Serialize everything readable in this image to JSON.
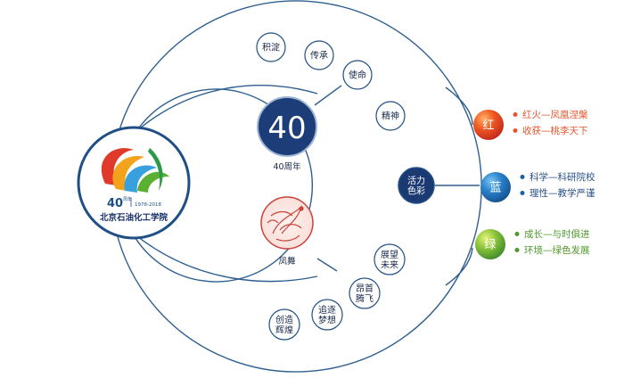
{
  "logo": {
    "text_main": "40",
    "text_sup": "周年",
    "years": "1978-2018",
    "school_name": "北京石油化工学院"
  },
  "hub": {
    "number": "40",
    "number_caption": "40周年",
    "phoenix_caption": "凤舞"
  },
  "ring_nodes": [
    {
      "id": "jidian",
      "lines": [
        "积淀"
      ]
    },
    {
      "id": "chuancheng",
      "lines": [
        "传承"
      ]
    },
    {
      "id": "shiming",
      "lines": [
        "使命"
      ]
    },
    {
      "id": "jingshen",
      "lines": [
        "精神"
      ]
    },
    {
      "id": "huoli",
      "lines": [
        "活力",
        "色彩"
      ]
    },
    {
      "id": "zhanwang",
      "lines": [
        "展望",
        "未来"
      ]
    },
    {
      "id": "angshou",
      "lines": [
        "昂首",
        "腾飞"
      ]
    },
    {
      "id": "zhuizhu",
      "lines": [
        "追逐",
        "梦想"
      ]
    },
    {
      "id": "chuangzao",
      "lines": [
        "创造",
        "辉煌"
      ]
    }
  ],
  "color_groups": [
    {
      "id": "hong",
      "label": "红",
      "color": "#e24a1d",
      "items": [
        "红火—凤凰涅槃",
        "收获—桃李天下"
      ],
      "text_color": "#e4572e",
      "bullet_color": "#e4572e"
    },
    {
      "id": "lan",
      "label": "蓝",
      "color": "#1b6fb8",
      "items": [
        "科学—科研院校",
        "理性—教学严谨"
      ],
      "text_color": "#2a4f8a",
      "bullet_color": "#1b5fa8"
    },
    {
      "id": "lv",
      "label": "绿",
      "color": "#6aa52a",
      "items": [
        "成长—与时俱进",
        "环境—绿色发展"
      ],
      "text_color": "#4e9a2a",
      "bullet_color": "#4e9a2a"
    }
  ],
  "colors": {
    "line": "#2f5f8f",
    "ring_node_border": "#1f4f86",
    "hub_fill": "#1c3d78",
    "huoli_fill": "#1b3a72"
  }
}
